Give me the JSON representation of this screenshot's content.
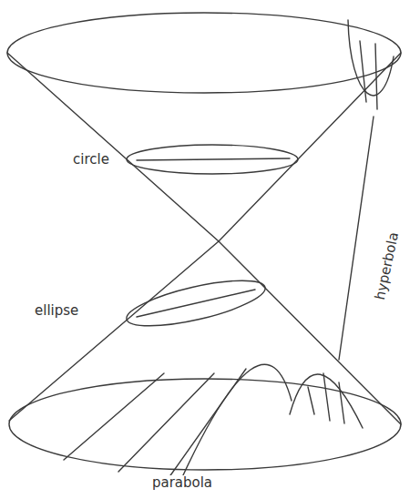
{
  "diagram": {
    "labels": [
      "circle",
      "ellipse",
      "hyperbola",
      "parabola"
    ]
  }
}
